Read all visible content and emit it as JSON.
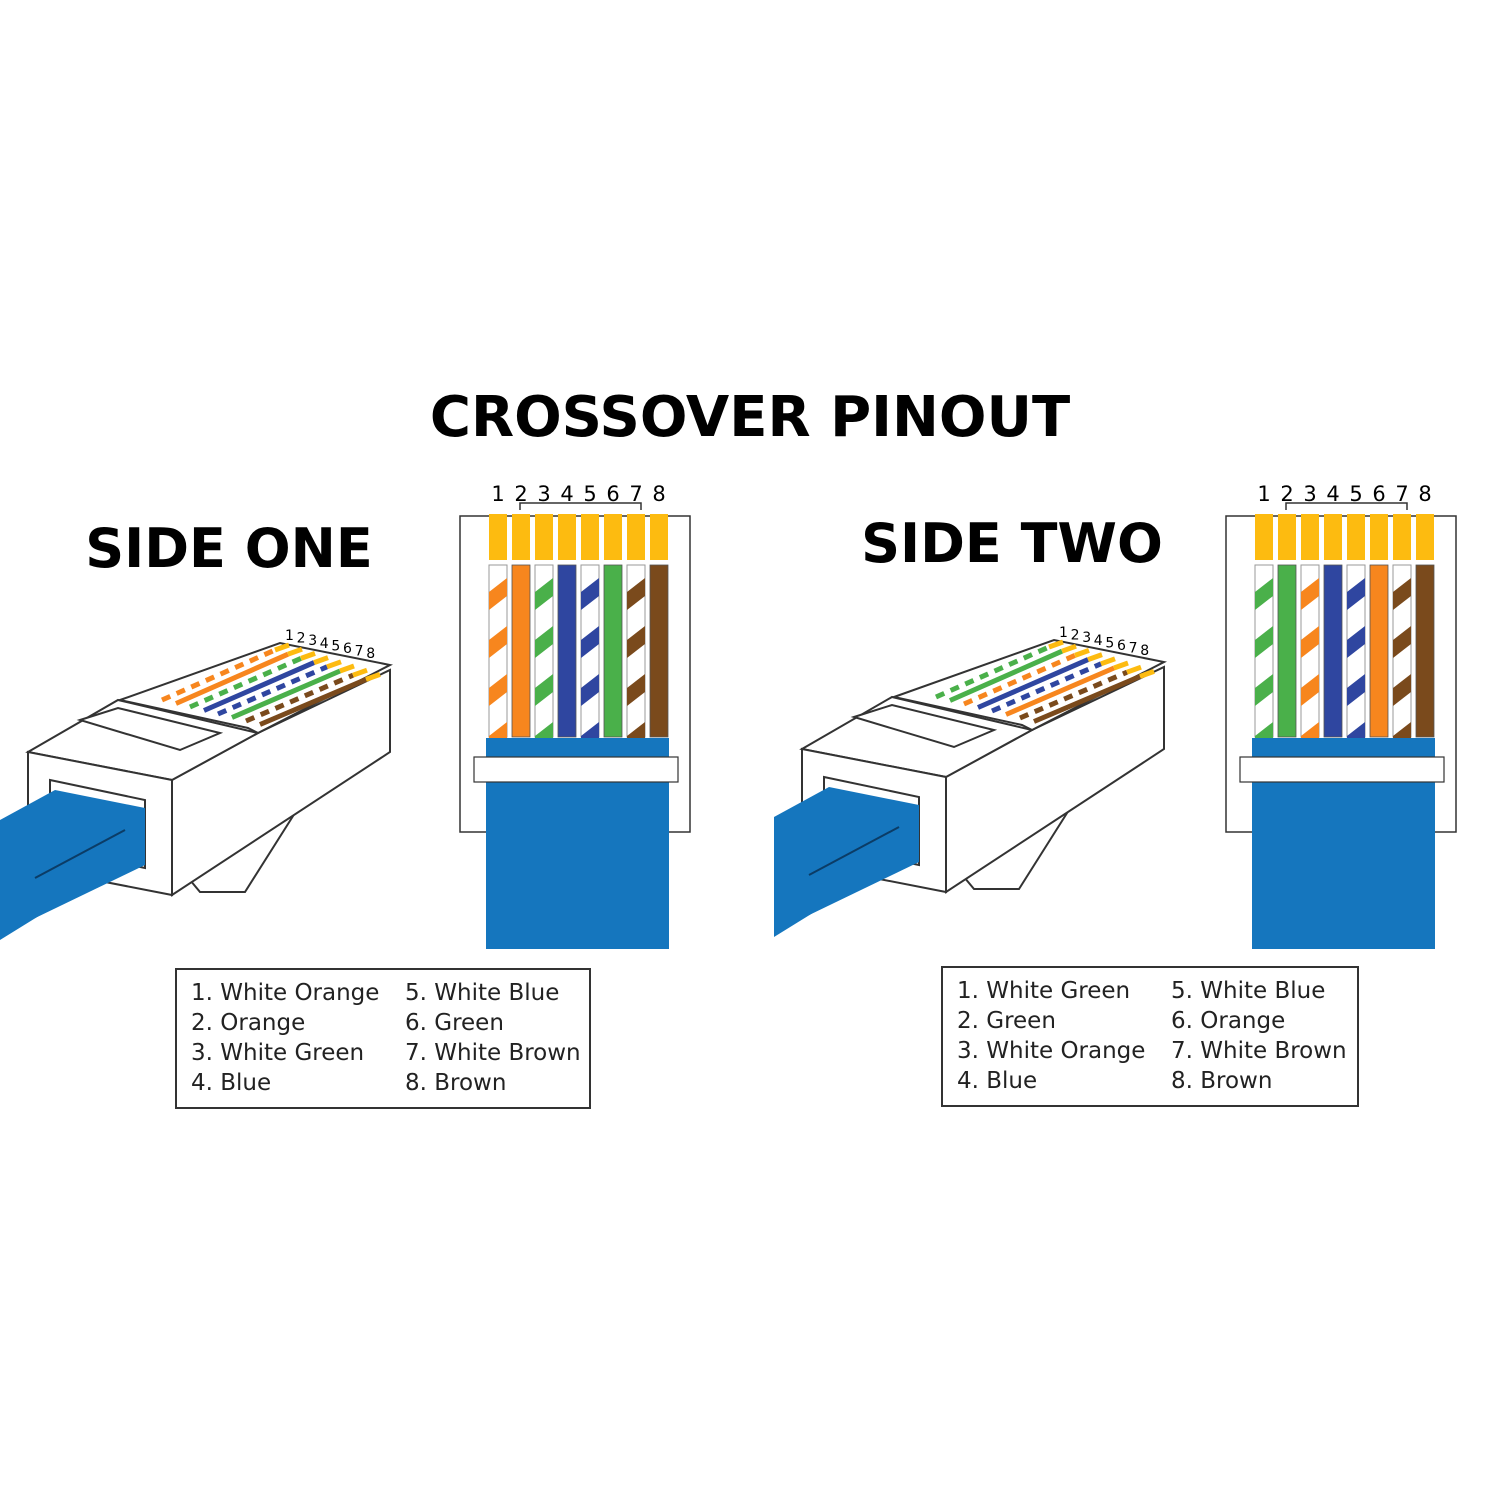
{
  "title": "CROSSOVER PINOUT",
  "colors": {
    "orange": "#f7861e",
    "green": "#4ab04a",
    "blue": "#2f46a0",
    "brown": "#7a4a1c",
    "white": "#ffffff",
    "gold": "#fdbb10",
    "cable": "#1576be",
    "outline": "#333333"
  },
  "sides": [
    {
      "id": "one",
      "label": "SIDE ONE",
      "pin_numbers": [
        "1",
        "2",
        "3",
        "4",
        "5",
        "6",
        "7",
        "8"
      ],
      "wires": [
        {
          "pin": 1,
          "color": "orange",
          "striped": true
        },
        {
          "pin": 2,
          "color": "orange",
          "striped": false
        },
        {
          "pin": 3,
          "color": "green",
          "striped": true
        },
        {
          "pin": 4,
          "color": "blue",
          "striped": false
        },
        {
          "pin": 5,
          "color": "blue",
          "striped": true
        },
        {
          "pin": 6,
          "color": "green",
          "striped": false
        },
        {
          "pin": 7,
          "color": "brown",
          "striped": true
        },
        {
          "pin": 8,
          "color": "brown",
          "striped": false
        }
      ],
      "legend": [
        "1. White Orange",
        "2. Orange",
        "3. White Green",
        "4. Blue",
        "5. White Blue",
        "6. Green",
        "7. White Brown",
        "8. Brown"
      ]
    },
    {
      "id": "two",
      "label": "SIDE TWO",
      "pin_numbers": [
        "1",
        "2",
        "3",
        "4",
        "5",
        "6",
        "7",
        "8"
      ],
      "wires": [
        {
          "pin": 1,
          "color": "green",
          "striped": true
        },
        {
          "pin": 2,
          "color": "green",
          "striped": false
        },
        {
          "pin": 3,
          "color": "orange",
          "striped": true
        },
        {
          "pin": 4,
          "color": "blue",
          "striped": false
        },
        {
          "pin": 5,
          "color": "blue",
          "striped": true
        },
        {
          "pin": 6,
          "color": "orange",
          "striped": false
        },
        {
          "pin": 7,
          "color": "brown",
          "striped": true
        },
        {
          "pin": 8,
          "color": "brown",
          "striped": false
        }
      ],
      "legend": [
        "1. White Green",
        "2. Green",
        "3. White Orange",
        "4. Blue",
        "5. White Blue",
        "6. Orange",
        "7. White Brown",
        "8. Brown"
      ]
    }
  ]
}
